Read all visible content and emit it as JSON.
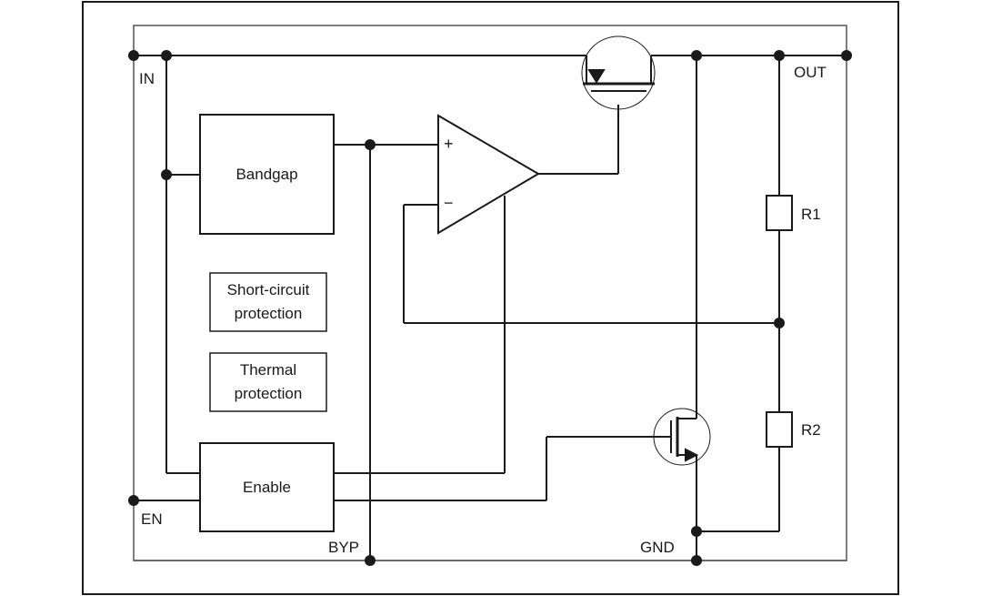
{
  "pins": {
    "in": "IN",
    "out": "OUT",
    "en": "EN",
    "byp": "BYP",
    "gnd": "GND"
  },
  "blocks": {
    "bandgap": "Bandgap",
    "short_circuit": [
      "Short-circuit",
      "protection"
    ],
    "thermal": [
      "Thermal",
      "protection"
    ],
    "enable": "Enable"
  },
  "resistors": {
    "r1": "R1",
    "r2": "R2"
  },
  "opamp": {
    "plus": "+",
    "minus": "−"
  },
  "colors": {
    "line": "#1a1a1a",
    "background": "#ffffff"
  }
}
